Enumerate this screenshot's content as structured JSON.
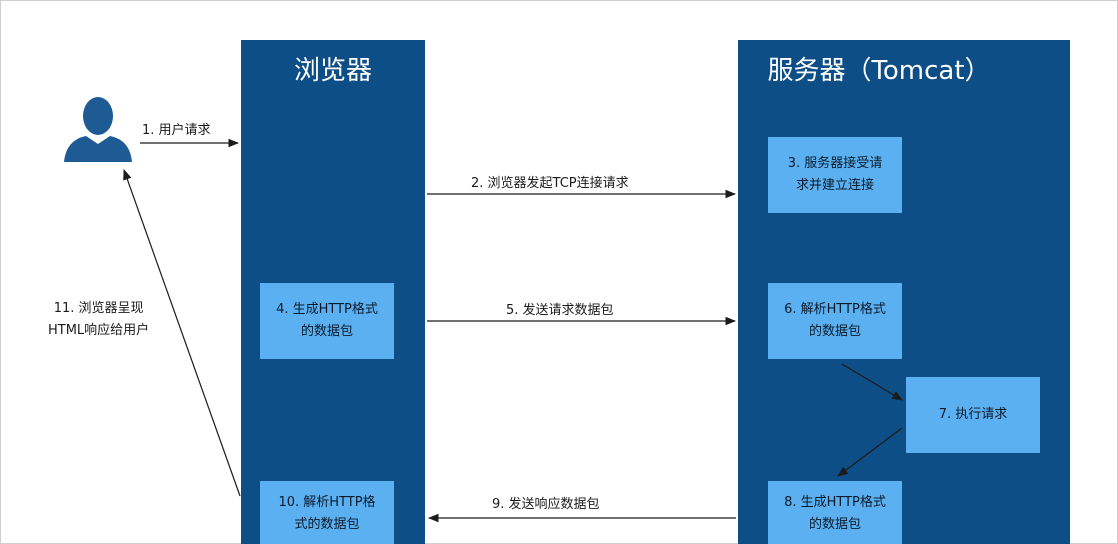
{
  "browser": {
    "title": "浏览器"
  },
  "server": {
    "title": "服务器（Tomcat）"
  },
  "boxes": {
    "b3": [
      "3. 服务器接受请",
      "求并建立连接"
    ],
    "b4": [
      "4. 生成HTTP格式",
      "的数据包"
    ],
    "b6": [
      "6. 解析HTTP格式",
      "的数据包"
    ],
    "b7": [
      "7. 执行请求"
    ],
    "b8": [
      "8. 生成HTTP格式",
      "的数据包"
    ],
    "b10": [
      "10. 解析HTTP格",
      "式的数据包"
    ]
  },
  "steps": {
    "s1": "1. 用户请求",
    "s2": "2. 浏览器发起TCP连接请求",
    "s5": "5. 发送请求数据包",
    "s9": "9. 发送响应数据包",
    "s11": [
      "11. 浏览器呈现",
      "HTML响应给用户"
    ]
  },
  "icons": {
    "user": "user-silhouette-icon"
  },
  "colors": {
    "column": "#0d4e86",
    "box": "#5ab0f0",
    "arrow": "#1b1b1b"
  }
}
